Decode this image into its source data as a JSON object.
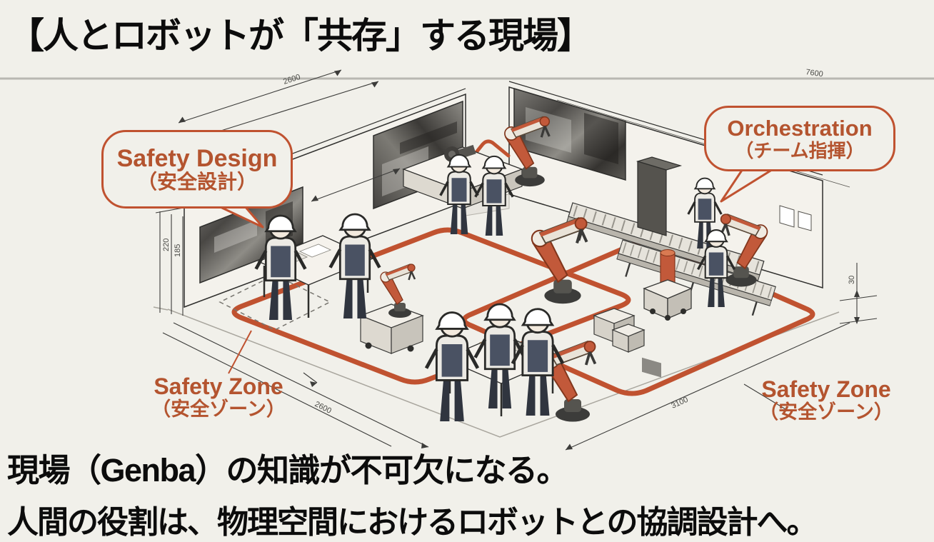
{
  "slide": {
    "title": "【人とロボットが「共存」する現場】"
  },
  "callouts": {
    "safety_design": {
      "en": "Safety Design",
      "ja": "（安全設計）"
    },
    "orchestration": {
      "en": "Orchestration",
      "ja": "（チーム指揮）"
    },
    "safety_zone_left": {
      "en": "Safety Zone",
      "ja": "（安全ゾーン）"
    },
    "safety_zone_right": {
      "en": "Safety Zone",
      "ja": "（安全ゾーン）"
    }
  },
  "dimensions": {
    "top_left": "2600",
    "top_right": "7600",
    "left_upper": "220",
    "left_lower": "185",
    "right_small": "30",
    "bottom_left": "2600",
    "bottom_right": "3100"
  },
  "footer": {
    "line1": "現場（Genba）の知識が不可欠になる。",
    "line2": "人間の役割は、物理空間におけるロボットとの協調設計へ。"
  },
  "colors": {
    "background": "#f1f0ea",
    "ink": "#0c0c0c",
    "accent_line": "#c05230",
    "accent_text": "#b4542f"
  }
}
